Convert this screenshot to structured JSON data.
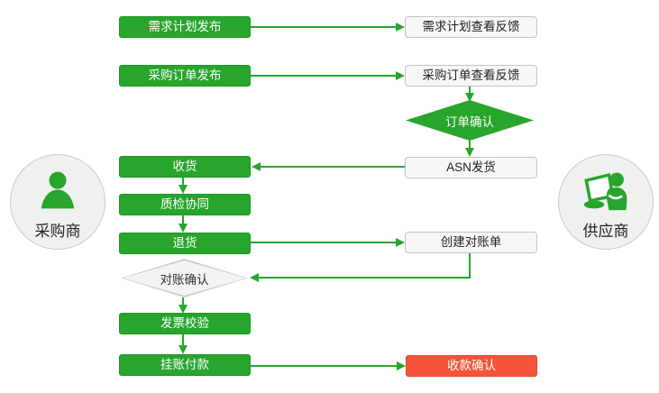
{
  "diagram_title": "",
  "colors": {
    "process_green": "#28a52c",
    "process_green_border": "#1d9522",
    "feedback_gray_fill": "#f7f7f7",
    "feedback_gray_border": "#c3c3c3",
    "final_red": "#f3543a",
    "connector_green": "#28a52c",
    "actor_circle_fill": "#f0f0f0",
    "actor_icon_green": "#28a52c"
  },
  "actors": {
    "buyer": {
      "label": "采购商",
      "icon": "person-silhouette-icon"
    },
    "supplier": {
      "label": "供应商",
      "icon": "person-with-laptop-icon"
    }
  },
  "nodes": {
    "demand_plan_publish": "需求计划发布",
    "demand_plan_feedback": "需求计划查看反馈",
    "po_publish": "采购订单发布",
    "po_feedback": "采购订单查看反馈",
    "order_confirm": "订单确认",
    "receive_goods": "收货",
    "asn_ship": "ASN发货",
    "quality_collab": "质检协同",
    "return_goods": "退货",
    "create_statement": "创建对账单",
    "reconcile_confirm": "对账确认",
    "invoice_verify": "发票校验",
    "book_payment": "挂账付款",
    "payment_confirm": "收款确认"
  }
}
